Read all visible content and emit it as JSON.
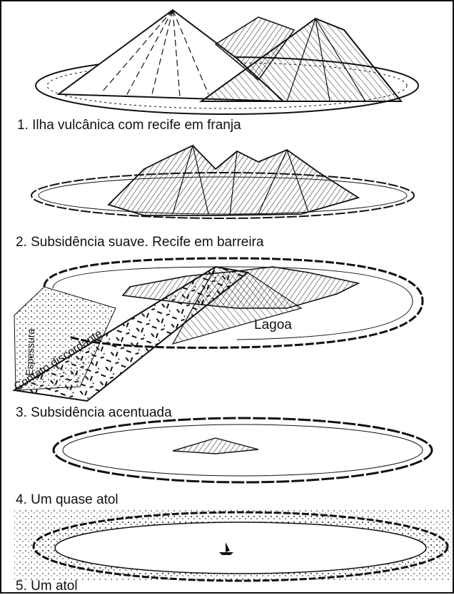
{
  "captions": {
    "stage1": "1. Ilha vulcânica com recife em franja",
    "stage2": "2. Subsidência suave. Recife em barreira",
    "stage3": "3. Subsidência acentuada",
    "stage4": "4. Um quase atol",
    "stage5": "5. Um atol"
  },
  "labels": {
    "lagoon": "Lagoa",
    "thickness": "Espessura",
    "unconformity": "Contato discordante"
  },
  "colors": {
    "ink": "#111111",
    "paper": "#ffffff"
  }
}
